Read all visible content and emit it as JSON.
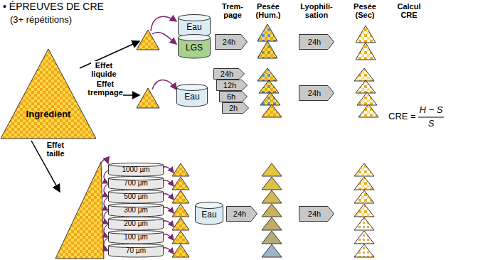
{
  "diagram": {
    "title": "• ÉPREUVES DE CRE",
    "nodes": [
      {
        "text": [
          "Ingrédient"
        ]
      },
      {
        "text": [
          "Eau"
        ]
      },
      {
        "text": [
          "LGS"
        ]
      },
      {
        "text": [
          "24h"
        ]
      },
      {
        "text": [
          "24h"
        ]
      },
      {
        "text": [
          "Eau"
        ]
      },
      {
        "text": [
          "24h"
        ]
      },
      {
        "text": [
          "12h"
        ]
      },
      {
        "text": [
          "6h"
        ]
      },
      {
        "text": [
          "2h"
        ]
      },
      {
        "text": [
          "24h"
        ]
      },
      {
        "text": [
          "1000 µm"
        ]
      },
      {
        "text": [
          "700 µm"
        ]
      },
      {
        "text": [
          "500 µm"
        ]
      },
      {
        "text": [
          "300 µm"
        ]
      },
      {
        "text": [
          "200 µm"
        ]
      },
      {
        "text": [
          "100 µm"
        ]
      },
      {
        "text": [
          "70 µm"
        ]
      },
      {
        "text": [
          "Eau"
        ]
      },
      {
        "text": [
          "24h"
        ]
      },
      {
        "text": [
          "24h"
        ]
      }
    ],
    "labels": [
      "(3+ répétitions)",
      "Trem- page",
      "Pesée (Hum.)",
      "Lyophili- sation",
      "Pesée (Sec)",
      "Calcul CRE",
      "Effet liquide",
      "Effet trempage",
      "Effet taille",
      "CRE =",
      "H − S",
      "S"
    ]
  }
}
